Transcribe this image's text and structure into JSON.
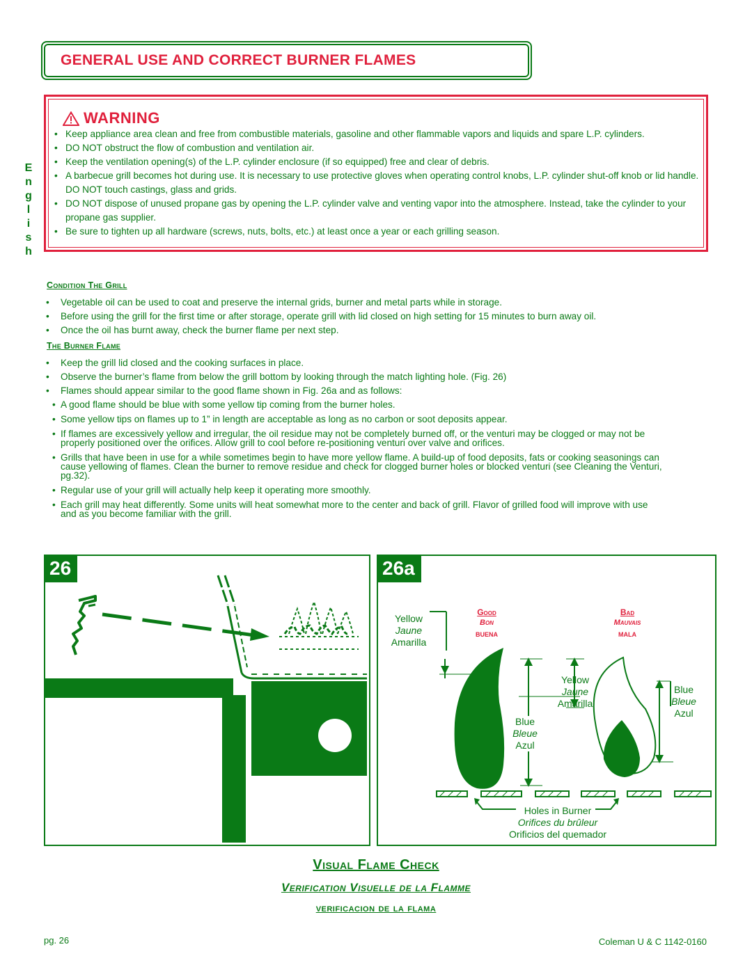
{
  "title": "GENERAL USE AND CORRECT BURNER FLAMES",
  "side_word": [
    "E",
    "n",
    "g",
    "l",
    "i",
    "s",
    "h"
  ],
  "warning": {
    "heading": "WARNING",
    "items": [
      "Keep appliance area clean and free from combustible materials, gasoline and other flammable vapors and liquids and spare L.P. cylinders.",
      "DO NOT obstruct the flow of combustion and ventilation air.",
      "Keep the ventilation opening(s) of the L.P. cylinder enclosure (if so equipped) free and clear of debris.",
      "A barbecue grill becomes hot during use.  It is necessary to use protective gloves when operating control knobs, L.P. cylinder shut-off knob or lid handle.  DO NOT touch castings, glass and grids.",
      "DO NOT dispose of unused propane gas by opening the L.P. cylinder valve and venting vapor into the atmosphere.  Instead, take the cylinder to your propane gas supplier.",
      "Be sure to tighten up all hardware (screws, nuts, bolts, etc.) at least once a year or each grilling season."
    ]
  },
  "condition": {
    "heading": "Condition The Grill",
    "items": [
      "Vegetable oil can be used to coat and preserve the internal grids, burner and metal parts while in storage.",
      "Before using the grill for the first time or after storage, operate grill with lid closed on high setting for 15 minutes to burn away oil.",
      "Once the oil has burnt away, check the burner flame per next step."
    ]
  },
  "burner_flame": {
    "heading": "The Burner Flame",
    "items": [
      "Keep the grill lid closed and the cooking surfaces in place.",
      "Observe the burner’s flame from below the grill bottom by looking through the match lighting hole.  (Fig. 26)",
      "Flames should appear similar to the good flame shown in Fig. 26a and as follows:"
    ],
    "sub_items": [
      "A good flame should be blue with some yellow tip coming from the burner holes.",
      "Some yellow tips on flames up to 1” in length are acceptable as long as no carbon or soot deposits appear.",
      "If flames are excessively yellow and irregular, the oil residue may not be completely burned off, or the venturi may be clogged or may not be properly positioned over the orifices.  Allow grill to cool before re-positioning venturi over valve and orifices.",
      "Grills that have been in use for a while sometimes begin to have more yellow flame.  A build-up of food deposits, fats or cooking seasonings can cause yellowing of flames.  Clean the burner to remove residue and check for clogged burner holes or blocked venturi (see Cleaning the Venturi, pg.32).",
      "Regular use of your grill will actually help keep it operating more smoothly.",
      "Each grill may heat differently.  Some units will heat somewhat more to the center and back of grill.  Flavor of grilled food will improve with use and as you become familiar with the grill."
    ]
  },
  "fig26": {
    "badge": "26"
  },
  "fig26a": {
    "badge": "26a",
    "good": [
      "Good",
      "Bon",
      "Buena"
    ],
    "bad": [
      "Bad",
      "Mauvais",
      "Mala"
    ],
    "yellow_left": [
      "Yellow",
      "Jaune",
      "Amarilla"
    ],
    "yellow_mid": [
      "Yellow",
      "Jaune",
      "Amarilla"
    ],
    "blue_mid": [
      "Blue",
      "Bleue",
      "Azul"
    ],
    "blue_right": [
      "Blue",
      "Bleue",
      "Azul"
    ],
    "holes": [
      "Holes in Burner",
      "Orifices du brûleur",
      "Orificios del quemador"
    ]
  },
  "visual_check": {
    "en": "Visual Flame Check",
    "fr": "Verification Visuelle de la Flamme",
    "es": "verificacion de la flama"
  },
  "footer": {
    "page": "pg. 26",
    "doc": "Coleman U & C 1142-0160"
  },
  "colors": {
    "green": "#0a7a16",
    "red": "#e0203c"
  }
}
